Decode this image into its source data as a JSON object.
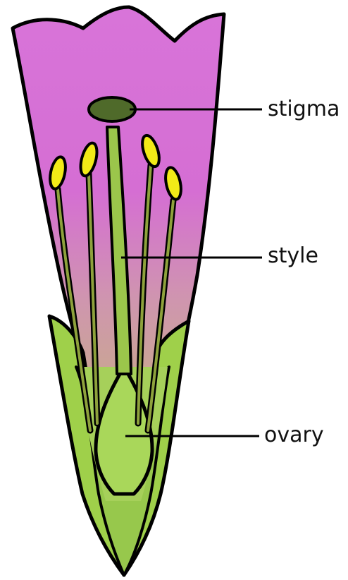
{
  "diagram": {
    "labels": {
      "stigma": "stigma",
      "style": "style",
      "ovary": "ovary"
    },
    "colors": {
      "petal_top": "#d76fd8",
      "petal_bottom": "#c9a690",
      "sepal": "#9fd04a",
      "ovary": "#a9d75a",
      "stigma": "#4f6a2a",
      "anther": "#f2ea17",
      "filament": "#8ea23c",
      "outline": "#000000"
    }
  }
}
